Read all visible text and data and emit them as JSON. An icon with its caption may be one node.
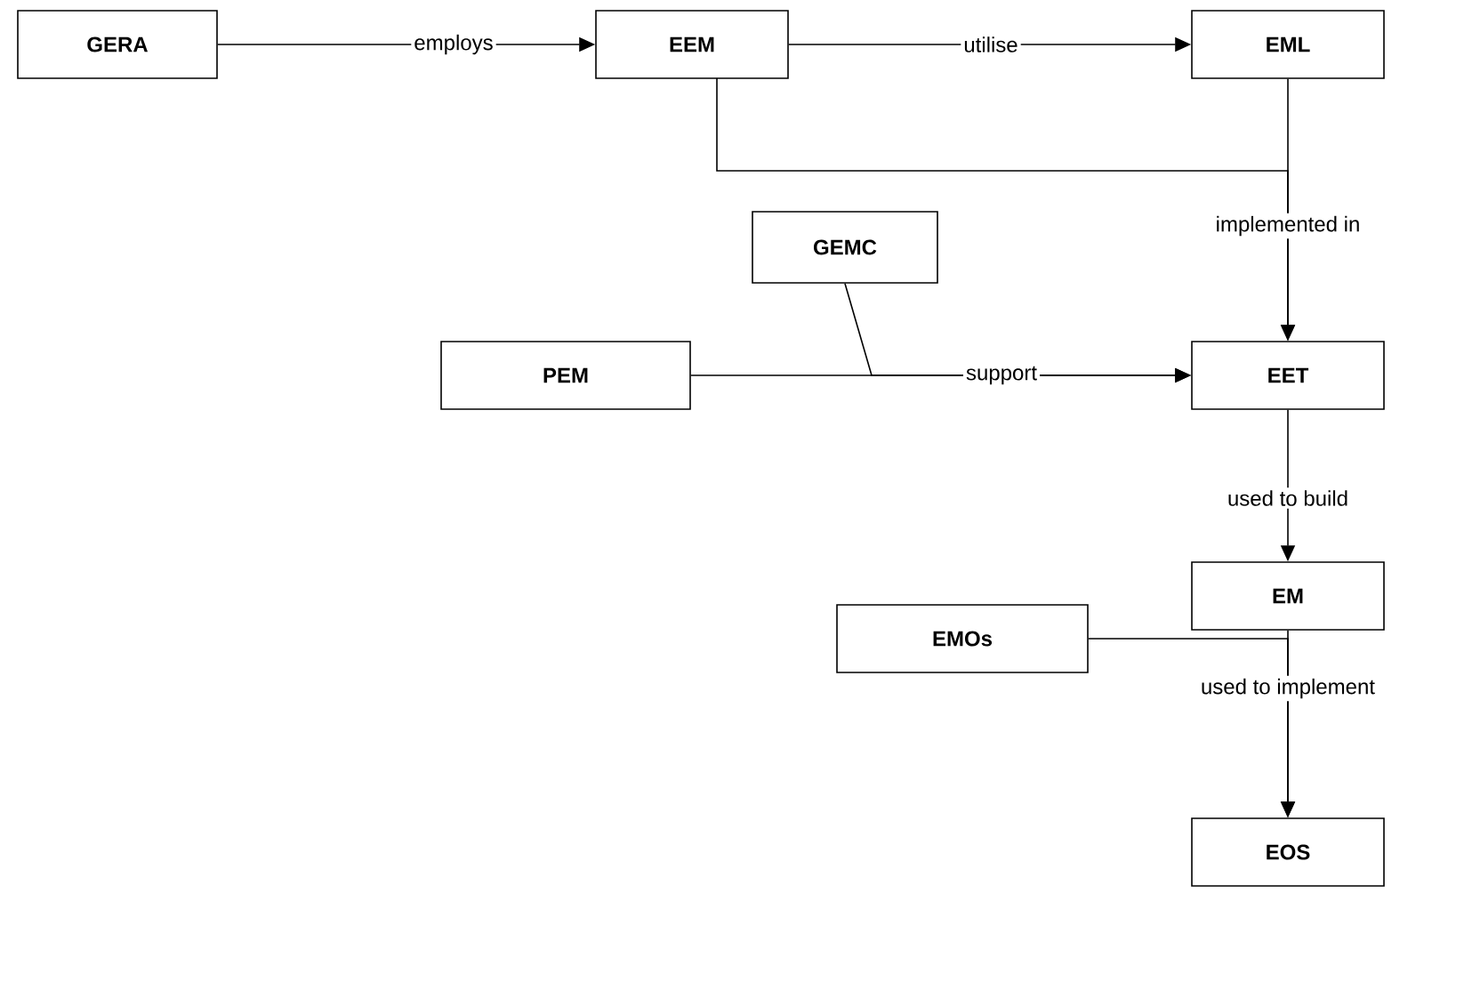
{
  "diagram": {
    "nodes": [
      {
        "text": [
          "GERA"
        ]
      },
      {
        "text": [
          "EEM"
        ]
      },
      {
        "text": [
          "EML"
        ]
      },
      {
        "text": [
          "GEMC"
        ]
      },
      {
        "text": [
          "PEM"
        ]
      },
      {
        "text": [
          "EET"
        ]
      },
      {
        "text": [
          "EM"
        ]
      },
      {
        "text": [
          "EMOs"
        ]
      },
      {
        "text": [
          "EOS"
        ]
      }
    ],
    "edges": [
      {
        "from": 0,
        "to": 1,
        "arrow": "to",
        "label": "employs"
      },
      {
        "from": 1,
        "to": 2,
        "arrow": "to",
        "label": "utilise"
      },
      {
        "from": 1,
        "to": 5,
        "arrow": "to"
      },
      {
        "from": 2,
        "to": 5,
        "arrow": "to",
        "label": "implemented in"
      },
      {
        "from": 4,
        "to": 5,
        "arrow": "to",
        "label": "support"
      },
      {
        "from": 3,
        "to": 5,
        "arrow": "to"
      },
      {
        "from": 5,
        "to": 6,
        "arrow": "to",
        "label": "used to build"
      },
      {
        "from": 6,
        "to": 8,
        "arrow": "to",
        "label": "used to implement"
      },
      {
        "from": 7,
        "to": 8,
        "arrow": "to"
      }
    ]
  }
}
